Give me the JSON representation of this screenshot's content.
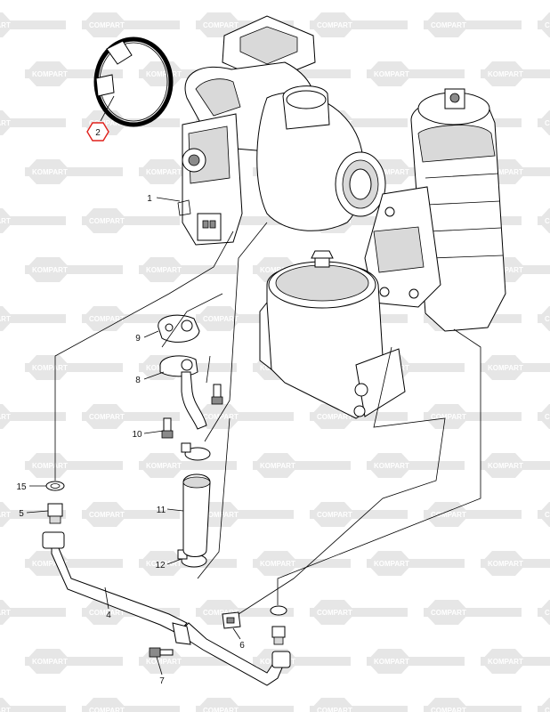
{
  "watermark": {
    "brand_a": "KOMPART",
    "brand_b": "COMPART",
    "hex_color": "#e6e6e6"
  },
  "callouts": [
    {
      "id": "2",
      "label": "2",
      "highlighted": true
    },
    {
      "id": "1",
      "label": "1"
    },
    {
      "id": "9",
      "label": "9"
    },
    {
      "id": "8",
      "label": "8"
    },
    {
      "id": "10",
      "label": "10"
    },
    {
      "id": "15",
      "label": "15"
    },
    {
      "id": "5",
      "label": "5"
    },
    {
      "id": "11",
      "label": "11"
    },
    {
      "id": "12",
      "label": "12"
    },
    {
      "id": "4",
      "label": "4"
    },
    {
      "id": "6",
      "label": "6"
    },
    {
      "id": "7",
      "label": "7"
    }
  ],
  "colors": {
    "highlight": "#e0201b",
    "line": "#000000",
    "shade": "#d9d9d9"
  }
}
